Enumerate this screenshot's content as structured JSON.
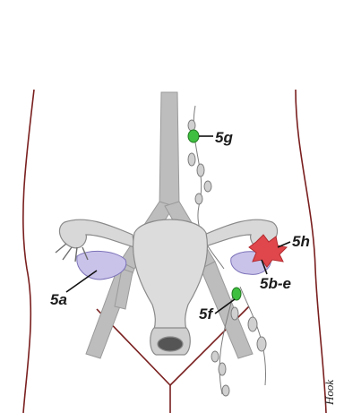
{
  "labels": {
    "label_5a": "5a",
    "label_5be": "5b-e",
    "label_5f": "5f",
    "label_5g": "5g",
    "label_5h": "5h"
  },
  "signature": "Hook",
  "colors": {
    "body_outline": "#7a1f1f",
    "vessel": "#b9b9b9",
    "uterus": "#d8d8d8",
    "ovary": "#c9c3ea",
    "highlight_node": "#3fbf3f",
    "lesion": "#e0474c"
  }
}
